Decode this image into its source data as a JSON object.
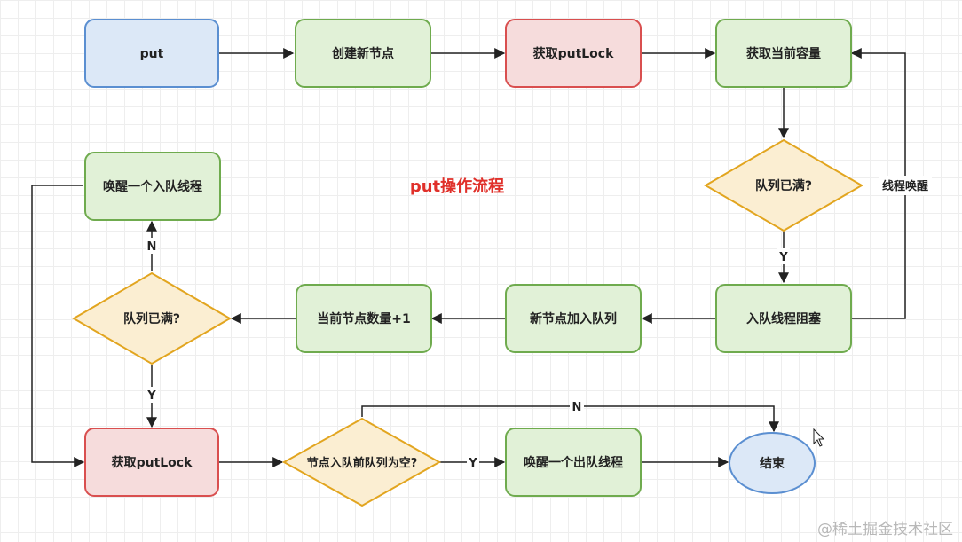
{
  "title": "put操作流程",
  "colors": {
    "blue_stroke": "#5b8fd1",
    "blue_fill": "#dce8f7",
    "green_stroke": "#6fab4e",
    "green_fill": "#e1f1d7",
    "red_stroke": "#d94f4f",
    "red_fill": "#f6dcdc",
    "orange_stroke": "#e2a51f",
    "orange_fill": "#fbeed2",
    "title": "#e0302a"
  },
  "nodes": {
    "put": "put",
    "create_node": "创建新节点",
    "get_putlock_1": "获取putLock",
    "get_capacity": "获取当前容量",
    "queue_full_1": "队列已满?",
    "enqueue_block": "入队线程阻塞",
    "node_join": "新节点加入队列",
    "count_inc": "当前节点数量+1",
    "queue_full_2": "队列已满?",
    "wake_enqueue": "唤醒一个入队线程",
    "get_putlock_2": "获取putLock",
    "queue_empty_before": "节点入队前队列为空?",
    "wake_dequeue": "唤醒一个出队线程",
    "end": "结束"
  },
  "edges": {
    "thread_wake": "线程唤醒",
    "y1": "Y",
    "n1": "N",
    "y2": "Y",
    "y3": "Y",
    "n2": "N"
  },
  "watermark": "@稀土掘金技术社区"
}
